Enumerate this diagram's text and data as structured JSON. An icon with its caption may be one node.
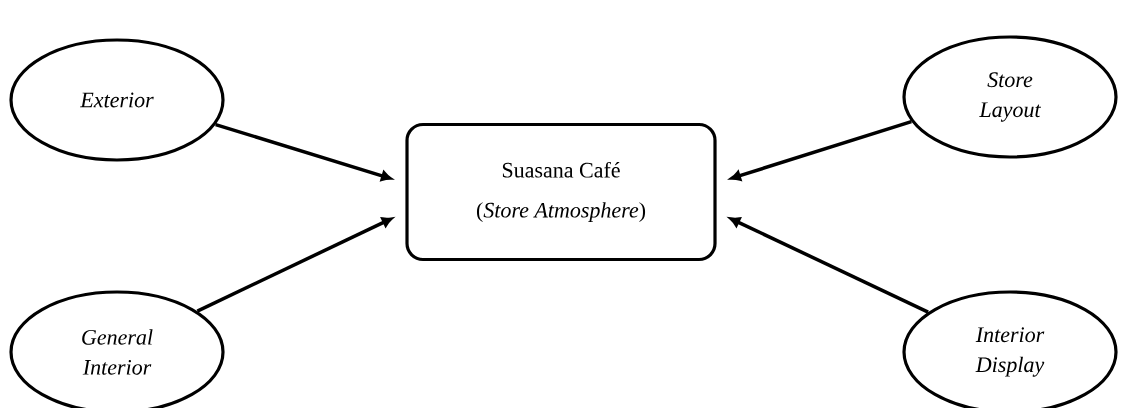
{
  "diagram": {
    "nodes": [
      {
        "text": [
          "Suasana Café",
          "(*Store Atmosphere*)"
        ]
      },
      {
        "text": [
          "Exterior"
        ]
      },
      {
        "text": [
          "Store Layout"
        ]
      },
      {
        "text": [
          "General Interior"
        ]
      },
      {
        "text": [
          "Interior Display"
        ]
      }
    ],
    "edges": [
      {
        "from": 1,
        "to": 0,
        "arrow": "to"
      },
      {
        "from": 2,
        "to": 0,
        "arrow": "to"
      },
      {
        "from": 3,
        "to": 0,
        "arrow": "to"
      },
      {
        "from": 4,
        "to": 0,
        "arrow": "to"
      }
    ]
  }
}
